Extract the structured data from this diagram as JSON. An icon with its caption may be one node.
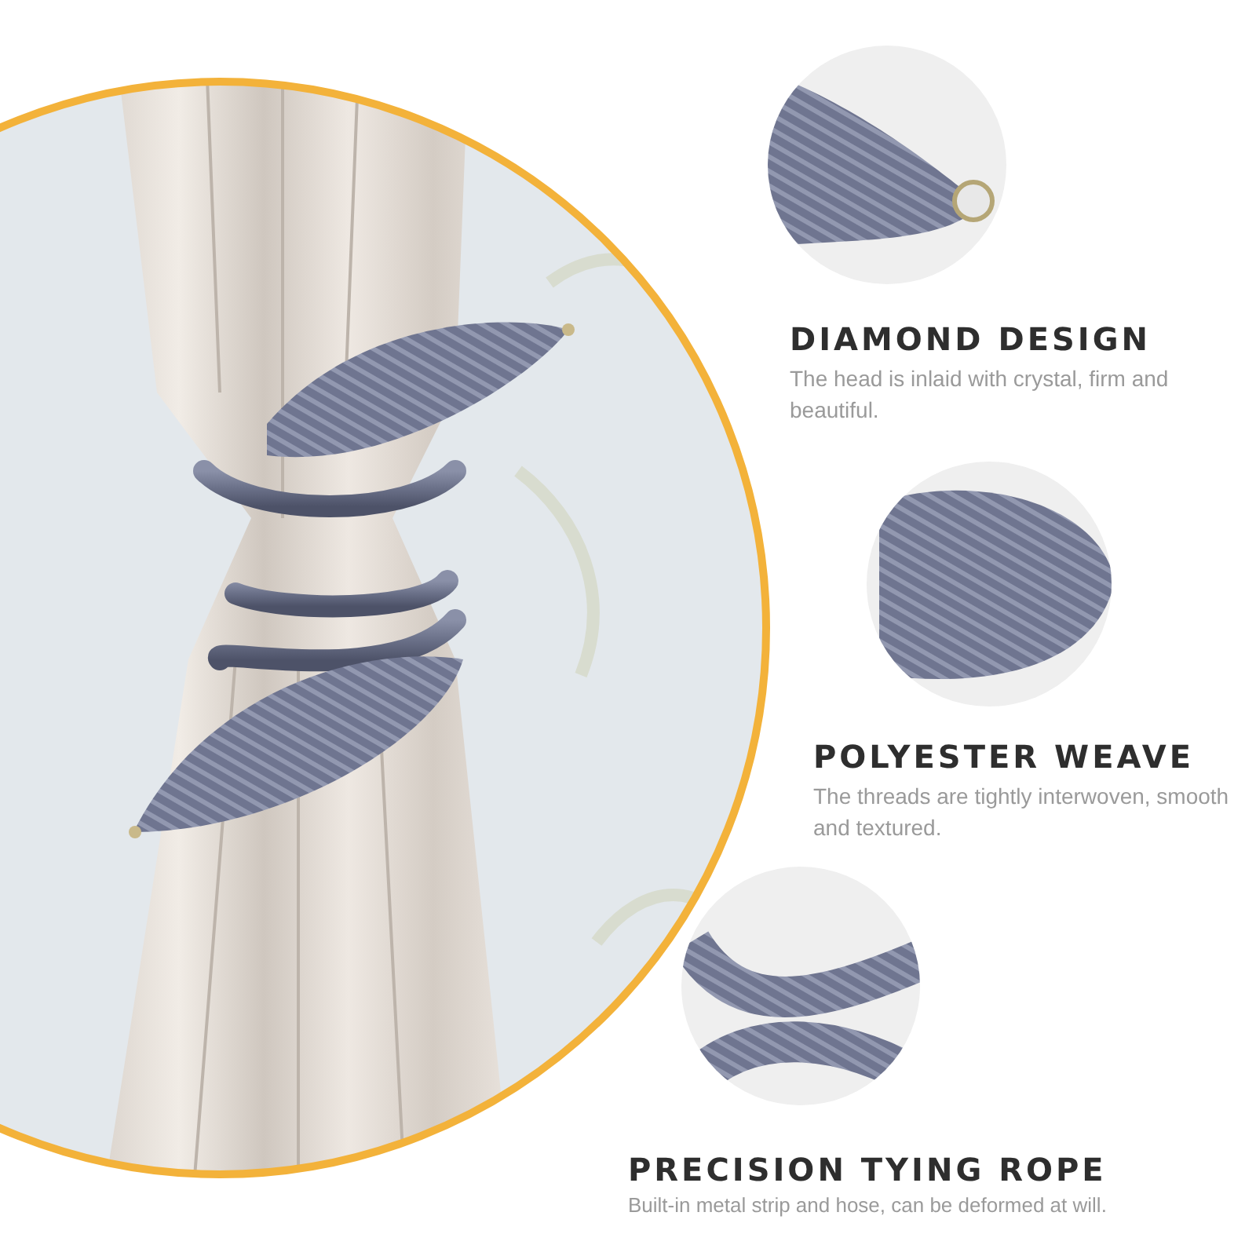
{
  "diagram": {
    "labels": [
      "DIAMOND DESIGN",
      "The head is inlaid with crystal, firm and beautiful.",
      "POLYESTER WEAVE",
      "The threads are tightly interwoven, smooth and textured.",
      "PRECISION TYING ROPE",
      "Built-in metal strip and hose, can be deformed at will."
    ]
  }
}
